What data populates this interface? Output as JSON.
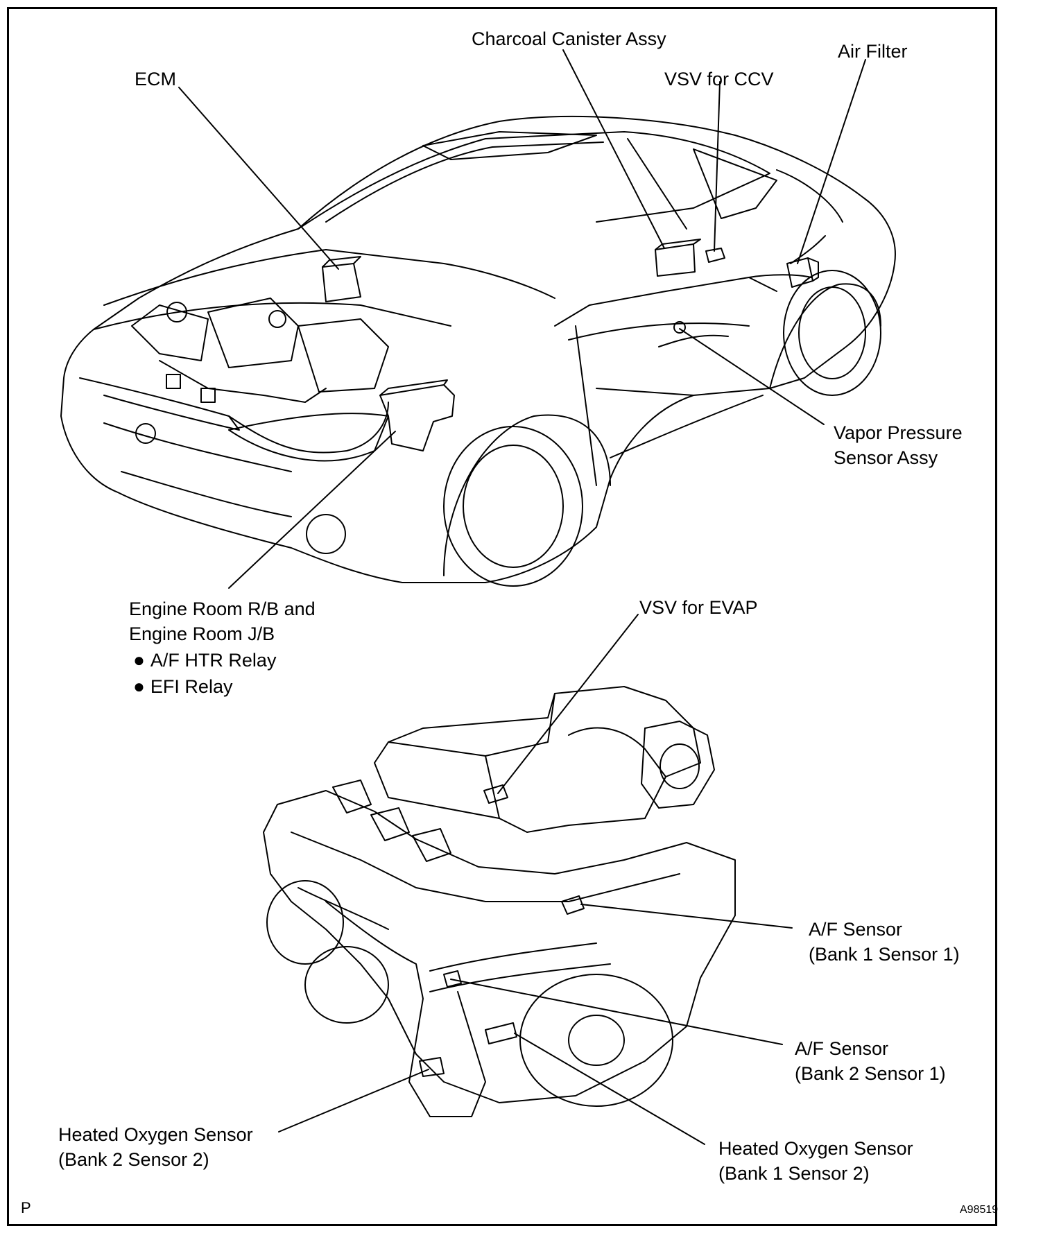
{
  "labels": {
    "ecm": "ECM",
    "charcoal_canister": "Charcoal Canister Assy",
    "vsv_ccv": "VSV for CCV",
    "air_filter": "Air Filter",
    "vapor_pressure_1": "Vapor Pressure",
    "vapor_pressure_2": "Sensor Assy",
    "engine_room_1": "Engine Room R/B and",
    "engine_room_2": "Engine Room J/B",
    "af_htr_relay": "A/F HTR Relay",
    "efi_relay": "EFI Relay",
    "vsv_evap": "VSV for EVAP",
    "af_b1s1_1": "A/F Sensor",
    "af_b1s1_2": "(Bank 1 Sensor 1)",
    "af_b2s1_1": "A/F Sensor",
    "af_b2s1_2": "(Bank 2 Sensor 1)",
    "ho2_b2s2_1": "Heated Oxygen Sensor",
    "ho2_b2s2_2": "(Bank 2 Sensor 2)",
    "ho2_b1s2_1": "Heated Oxygen Sensor",
    "ho2_b1s2_2": "(Bank 1 Sensor 2)"
  },
  "corner_letter": "P",
  "figure_code": "A98519"
}
